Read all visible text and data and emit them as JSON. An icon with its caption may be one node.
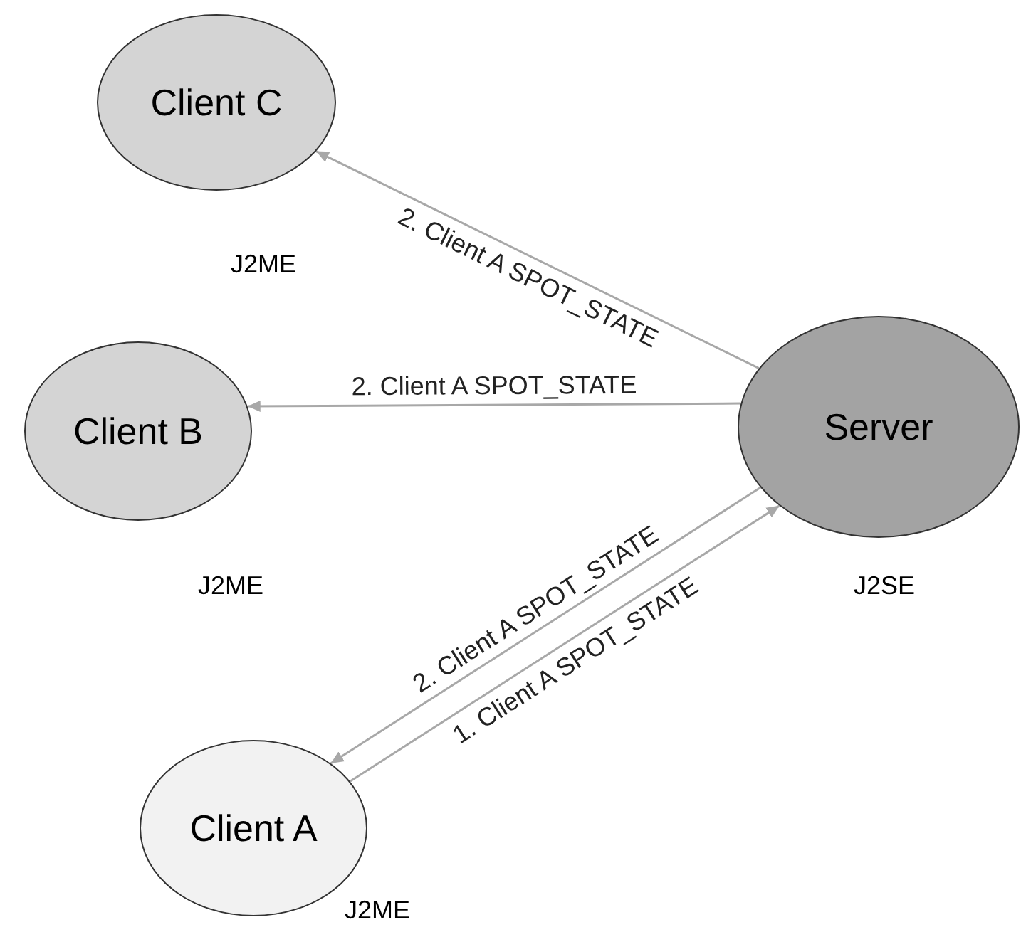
{
  "diagram": {
    "nodes": [
      {
        "text": [
          "Client C"
        ],
        "beside": [
          "J2ME"
        ]
      },
      {
        "text": [
          "Client B"
        ],
        "beside": [
          "J2ME"
        ]
      },
      {
        "text": [
          "Server"
        ],
        "beside": [
          "J2SE"
        ]
      },
      {
        "text": [
          "Client A"
        ],
        "beside": [
          "J2ME"
        ]
      }
    ],
    "edges": [
      {
        "from": 2,
        "to": 0,
        "arrow": "to",
        "label": "2. Client A SPOT_STATE"
      },
      {
        "from": 2,
        "to": 1,
        "arrow": "to",
        "label": "2. Client A SPOT_STATE"
      },
      {
        "from": 2,
        "to": 3,
        "arrow": "to",
        "label": "2. Client A SPOT_STATE"
      },
      {
        "from": 3,
        "to": 2,
        "arrow": "to",
        "label": "1. Client A SPOT_STATE"
      }
    ]
  }
}
